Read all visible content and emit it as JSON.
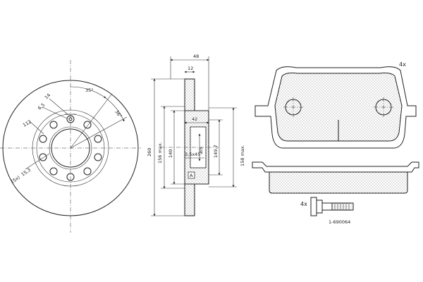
{
  "disc_front": {
    "angle_35": "35°",
    "angle_36": "36°",
    "d14": "14",
    "d6_5": "6,5",
    "d112": "112",
    "d15_3": "15,3",
    "pcd_prefix": "(5x)"
  },
  "disc_section": {
    "width_48": "48",
    "width_12": "12",
    "hub_42": "42",
    "chamfer": "3,5x45°",
    "datum": "A",
    "d260": "260",
    "d156max": "156 max.",
    "d140": "140",
    "d65": "65",
    "d149_7": "149,7",
    "d158max": "158 max."
  },
  "pad": {
    "quantity": "4x"
  },
  "bolt": {
    "quantity": "4x",
    "part_number": "1-690064"
  }
}
